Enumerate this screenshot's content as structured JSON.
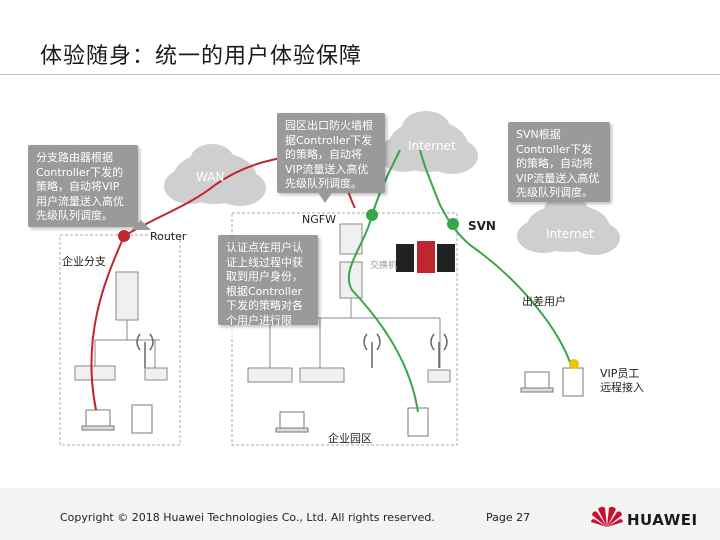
{
  "title": "体验随身：统一的用户体验保障",
  "callouts": {
    "branch_router": "分支路由器根据Controller下发的策略，自动将VIP用户流量送入高优先级队列调度。",
    "campus_firewall": "园区出口防火墙根据Controller下发的策略，自动将VIP流量送入高优先级队列调度。",
    "svn": "SVN根据Controller下发的策略，自动将VIP流量送入高优先级队列调度。",
    "auth": "认证点在用户认证上线过程中获取到用户身份，根据Controller下发的策略对各个用户进行限速。"
  },
  "labels": {
    "router": "Router",
    "branch": "企业分支",
    "ngfw": "NGFW",
    "svn": "SVN",
    "switch": "交换机",
    "campus": "企业园区",
    "travel_user": "出差用户",
    "vip_remote": "VIP员工远程接入"
  },
  "clouds": {
    "wan": "WAN",
    "internet_top": "Internet",
    "internet_right": "Internet"
  },
  "footer": {
    "copyright": "Copyright © 2018 Huawei Technologies Co., Ltd. All rights reserved.",
    "page": "Page 27",
    "brand": "HUAWEI"
  },
  "colors": {
    "red_path": "#c0262d",
    "green_path": "#3aa64a",
    "cloud": "#cfcfcf",
    "callout": "#9a9a9a"
  }
}
